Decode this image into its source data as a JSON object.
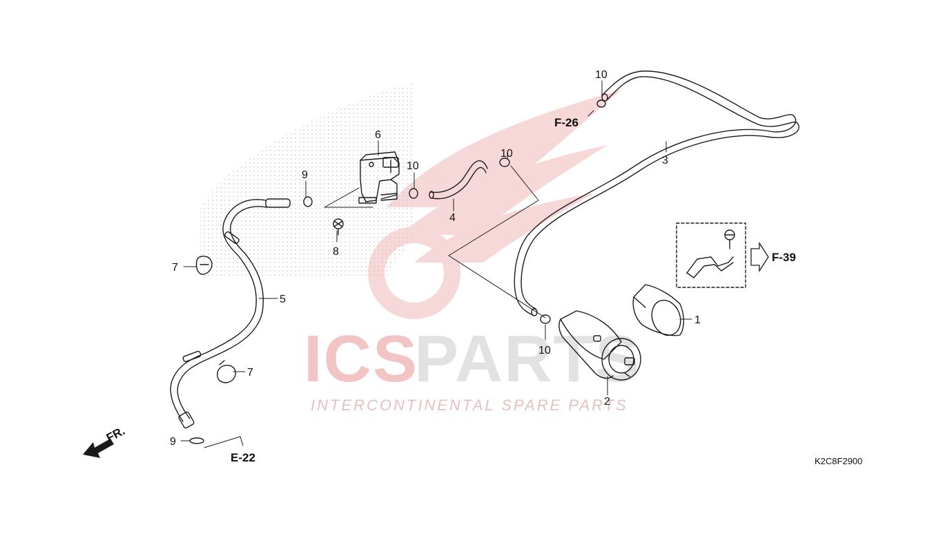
{
  "colors": {
    "line": "#1a1a1a",
    "watermark_red": "#f3c4c4",
    "watermark_gray": "#e3e3e3",
    "dots": "#c9c9c9"
  },
  "watermark": {
    "brand_left": "ICS",
    "brand_right": "PARTS",
    "tagline": "INTERCONTINENTAL SPARE PARTS"
  },
  "callouts": [
    {
      "id": "1",
      "text": "1"
    },
    {
      "id": "2",
      "text": "2"
    },
    {
      "id": "3",
      "text": "3"
    },
    {
      "id": "4",
      "text": "4"
    },
    {
      "id": "5",
      "text": "5"
    },
    {
      "id": "6",
      "text": "6"
    },
    {
      "id": "7a",
      "text": "7"
    },
    {
      "id": "7b",
      "text": "7"
    },
    {
      "id": "8",
      "text": "8"
    },
    {
      "id": "9a",
      "text": "9"
    },
    {
      "id": "9b",
      "text": "9"
    },
    {
      "id": "10a",
      "text": "10"
    },
    {
      "id": "10b",
      "text": "10"
    },
    {
      "id": "10c",
      "text": "10"
    },
    {
      "id": "10d",
      "text": "10"
    }
  ],
  "references": {
    "f26": "F-26",
    "f39": "F-39",
    "e22": "E-22",
    "front": "FR."
  },
  "diagram_code": "K2C8F2900",
  "icons": [
    "front-arrow-icon",
    "reference-arrow-icon"
  ]
}
